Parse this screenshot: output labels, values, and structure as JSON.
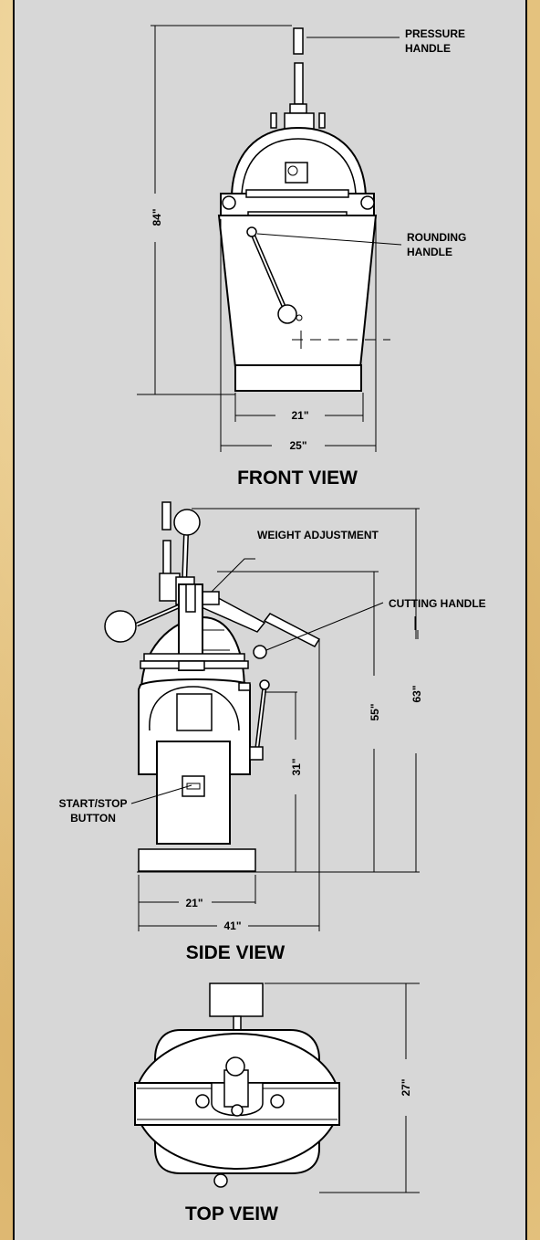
{
  "views": {
    "front": {
      "title": "FRONT VIEW",
      "labels": {
        "pressure_handle": [
          "PRESSURE",
          "HANDLE"
        ],
        "rounding_handle": [
          "ROUNDING",
          "HANDLE"
        ]
      },
      "dims": {
        "height": "84\"",
        "inner_width": "21\"",
        "outer_width": "25\""
      }
    },
    "side": {
      "title": "SIDE VIEW",
      "labels": {
        "weight_adjustment": "WEIGHT ADJUSTMENT",
        "cutting_handle": "CUTTING HANDLE",
        "start_stop": [
          "START/STOP",
          "BUTTON"
        ]
      },
      "dims": {
        "h63": "63\"",
        "h55": "55\"",
        "h31": "31\"",
        "w21": "21\"",
        "w41": "41\""
      }
    },
    "top": {
      "title": "TOP VEIW",
      "dims": {
        "depth": "27\""
      }
    }
  },
  "colors": {
    "panel": "#d7d7d7",
    "background": "#e4c27e",
    "line": "#000000"
  }
}
